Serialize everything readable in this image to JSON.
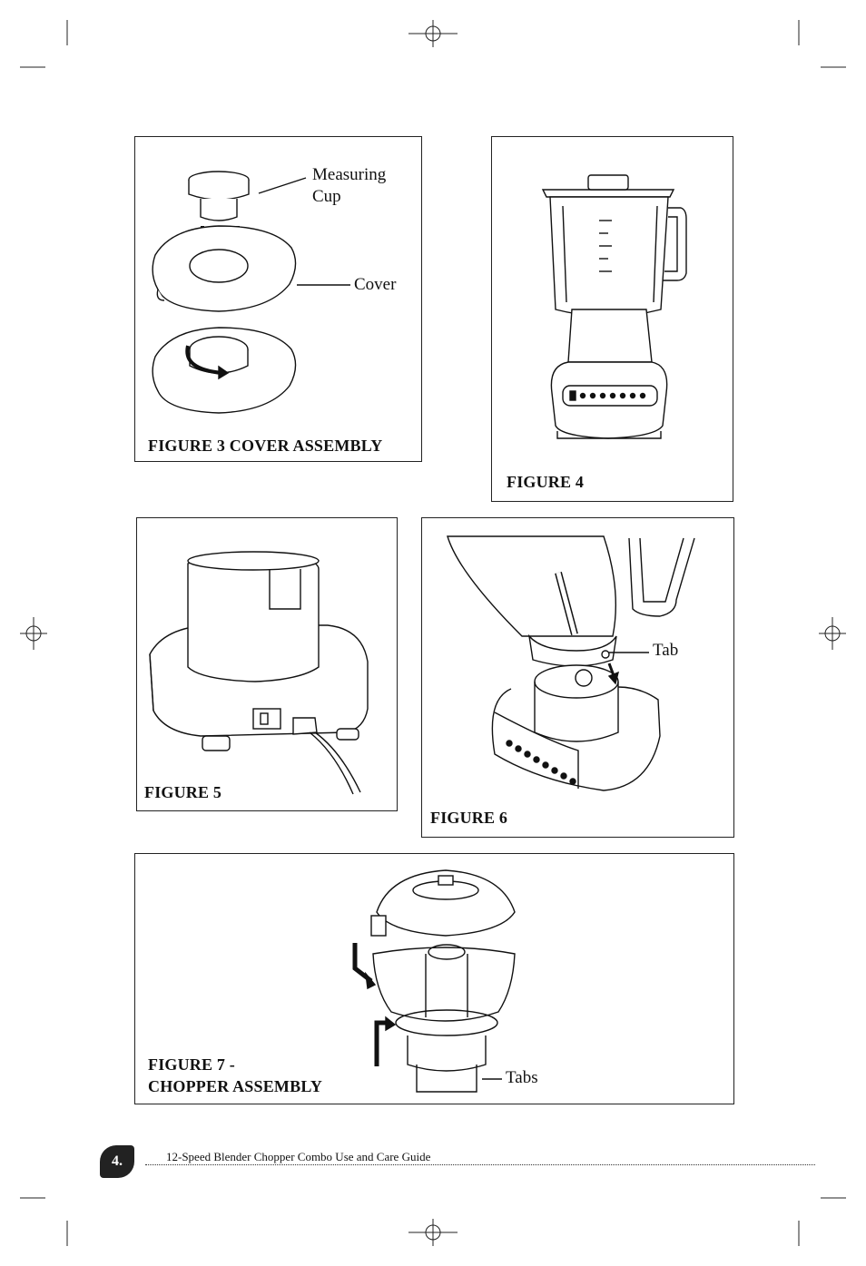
{
  "figures": {
    "fig3": {
      "caption": "FIGURE 3 COVER ASSEMBLY",
      "label_measuring_cup": "Measuring\nCup",
      "label_cover": "Cover"
    },
    "fig4": {
      "caption": "FIGURE 4"
    },
    "fig5": {
      "caption": "FIGURE 5"
    },
    "fig6": {
      "caption": "FIGURE 6",
      "label_tab": "Tab"
    },
    "fig7": {
      "caption": "FIGURE 7 -\nCHOPPER ASSEMBLY",
      "label_tabs": "Tabs"
    }
  },
  "footer": {
    "page_number": "4.",
    "title": "12-Speed Blender Chopper Combo Use and Care Guide"
  }
}
